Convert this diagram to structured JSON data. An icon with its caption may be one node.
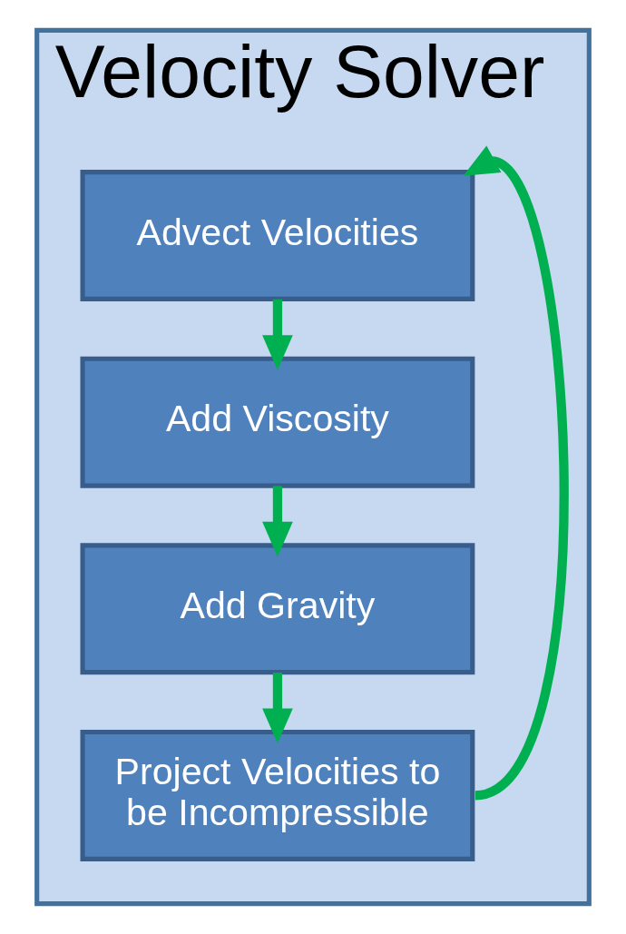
{
  "diagram": {
    "nodes": [
      {
        "text": [
          "Velocity Solver"
        ]
      },
      {
        "text": [
          "Advect Velocities"
        ],
        "in": 0
      },
      {
        "text": [
          "Add Viscosity"
        ],
        "in": 0
      },
      {
        "text": [
          "Add Gravity"
        ],
        "in": 0
      },
      {
        "text": [
          "Project Velocities to be Incompressible"
        ],
        "in": 0
      }
    ],
    "edges": [
      {
        "from": 1,
        "to": 2,
        "arrow": "to"
      },
      {
        "from": 2,
        "to": 3,
        "arrow": "to"
      },
      {
        "from": 3,
        "to": 4,
        "arrow": "to"
      },
      {
        "from": 4,
        "to": 1,
        "arrow": "to"
      }
    ]
  }
}
